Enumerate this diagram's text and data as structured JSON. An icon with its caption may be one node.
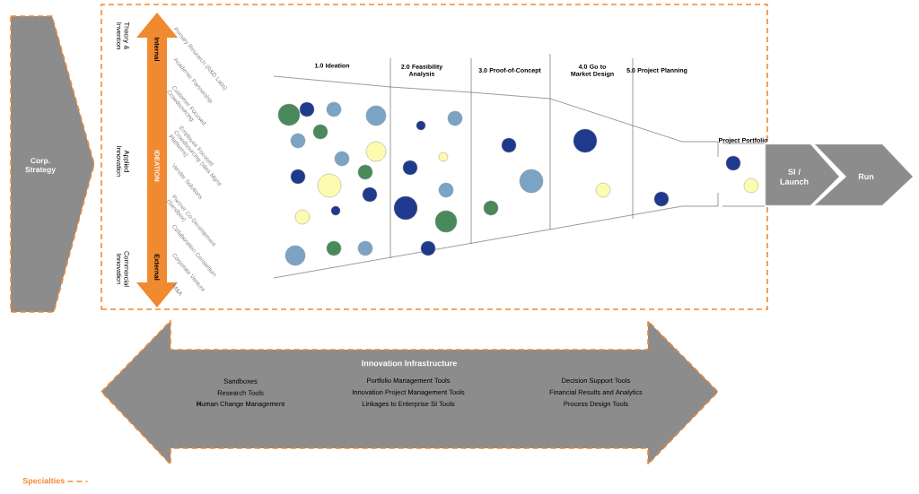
{
  "diagram": {
    "nodes": [
      {
        "text": [
          "Corp. Strategy"
        ]
      },
      {
        "text": [],
        "shape": "box"
      },
      {
        "text": [
          "Internal",
          "IDEATION",
          "External"
        ],
        "in": 1
      },
      {
        "text": [
          "SI / Launch"
        ]
      },
      {
        "text": [
          "Run"
        ]
      },
      {
        "text": [
          "Innovation Infrastructure",
          "Sandboxes",
          "Research Tools",
          "**H**uman Change Management",
          "Portfolio Management Tools",
          "Innovation Project Management Tools",
          "Linkages to Enterprise SI Tools",
          "Decision Support Tools",
          "Financial Results and Analytics",
          "Process Design Tools"
        ]
      }
    ],
    "labels": [
      "Theory & Invention",
      "Applied Innovation",
      "Commercial Innovation",
      "Primary Research (R&D Labs)",
      "Academic Partnership",
      "Customer Focused Crowdsourcing",
      "Employee Focused Crowdsourcing (Idea Mgmt Platforms)",
      "Vendor Solutions",
      "Partner Co-Development (Sandbox)",
      "Collaboration Consortium",
      "Corporate Venture",
      "M&A",
      "1.0 Ideation",
      "2.0 Feasibility Analysis",
      "3.0 Proof-of-Concept",
      "4.0 Go to Market Design",
      "5.0 Project Planning",
      "Project Portfolio"
    ],
    "legend": [
      {
        "text": "Specialties"
      }
    ]
  }
}
